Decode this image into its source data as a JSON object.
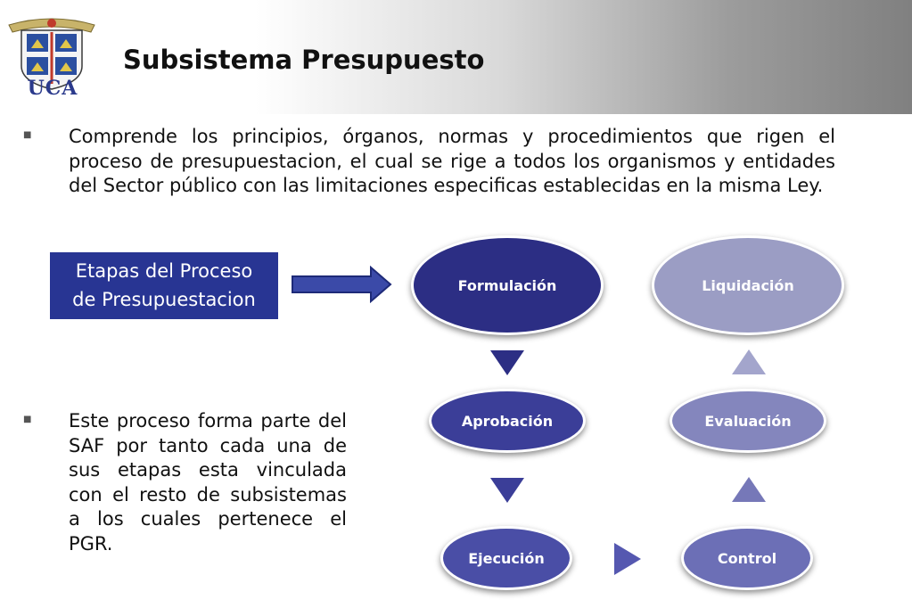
{
  "header": {
    "title": "Subsistema Presupuesto",
    "logo_text": "UCA"
  },
  "intro": {
    "text": "Comprende los principios, órganos, normas y procedimientos que rigen el proceso de presupuestacion, el cual se rige a todos los organismos y entidades del Sector público con las limitaciones especificas establecidas en la misma Ley."
  },
  "stages_label": {
    "line1": "Etapas del Proceso",
    "line2": "de Presupuestacion"
  },
  "note": {
    "text": "Este proceso forma parte del SAF por tanto cada una de sus etapas esta vinculada con el resto de subsistemas a los cuales pertenece el PGR."
  },
  "stages": {
    "formulacion": "Formulación",
    "aprobacion": "Aprobación",
    "ejecucion": "Ejecución",
    "control": "Control",
    "evaluacion": "Evaluación",
    "liquidacion": "Liquidación"
  },
  "colors": {
    "accent": "#283593",
    "formulacion": "#2c2e84",
    "aprobacion": "#3b3e98",
    "ejecucion": "#4a4ea6",
    "control": "#6c6fb6",
    "evaluacion": "#8486bd",
    "liquidacion": "#9b9dc4"
  }
}
